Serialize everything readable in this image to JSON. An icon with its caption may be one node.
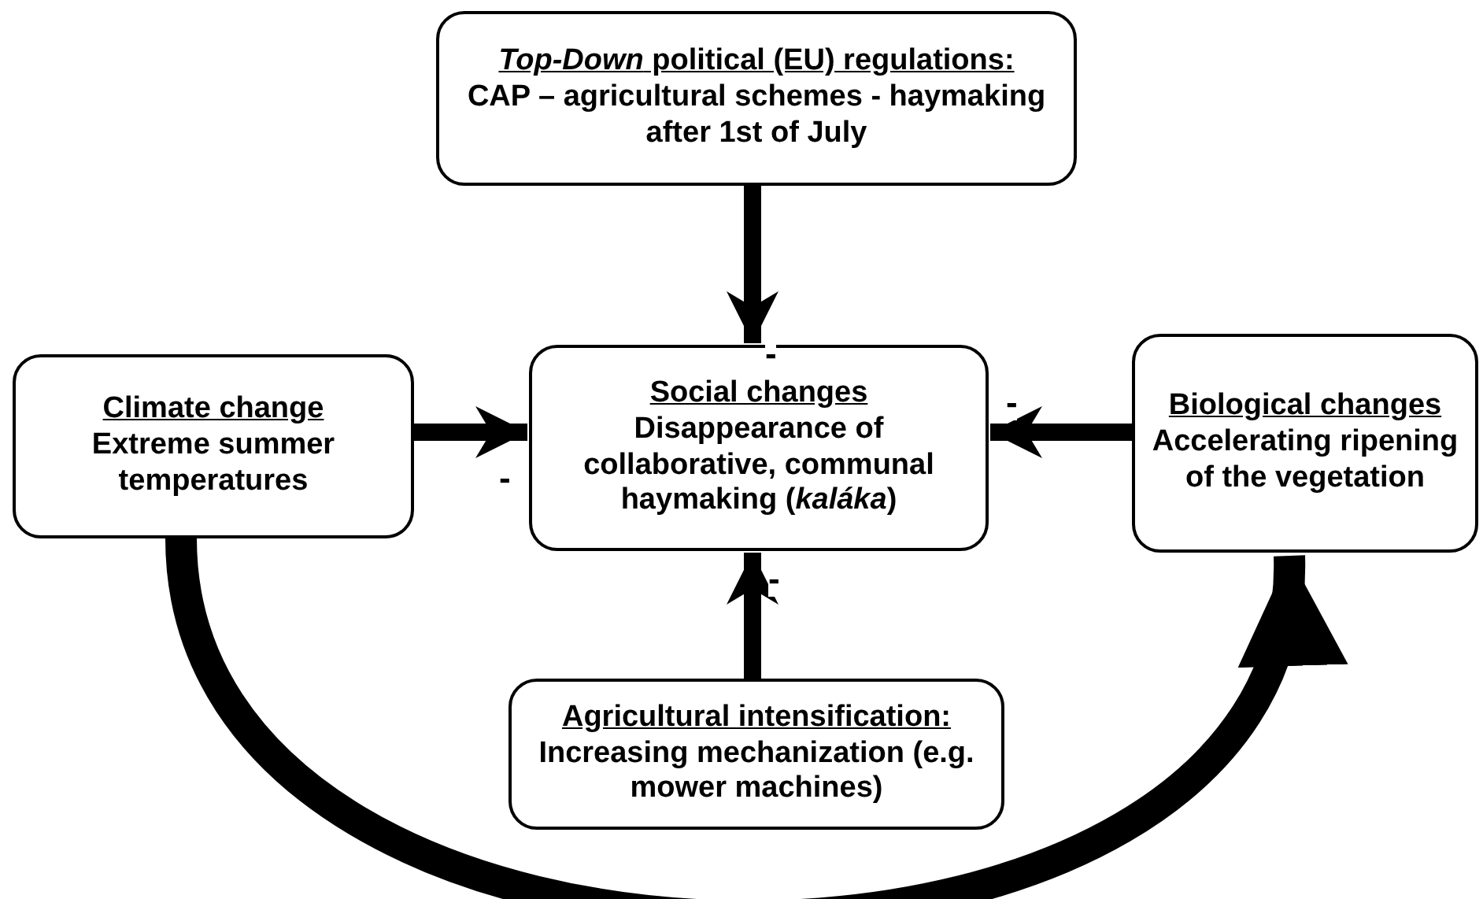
{
  "diagram": {
    "nodes": [
      {
        "text": [
          "*Top-Down* political (EU) regulations:",
          "CAP – agricultural schemes - haymaking after 1st of July"
        ]
      },
      {
        "text": [
          "Climate change",
          "Extreme summer temperatures"
        ]
      },
      {
        "text": [
          "Social changes",
          "Disappearance of collaborative, communal haymaking (*kaláka*)"
        ]
      },
      {
        "text": [
          "Biological changes",
          "Accelerating ripening of the vegetation"
        ]
      },
      {
        "text": [
          "Agricultural intensification:",
          "Increasing mechanization (e.g. mower machines)"
        ]
      }
    ],
    "edges": [
      {
        "from": 0,
        "to": 2,
        "arrow": "to",
        "label": "-"
      },
      {
        "from": 1,
        "to": 2,
        "arrow": "to",
        "label": "-"
      },
      {
        "from": 3,
        "to": 2,
        "arrow": "to",
        "label": "-"
      },
      {
        "from": 4,
        "to": 2,
        "arrow": "to",
        "label": "-"
      },
      {
        "from": 1,
        "to": 3,
        "arrow": "to",
        "style": "thick"
      }
    ]
  }
}
